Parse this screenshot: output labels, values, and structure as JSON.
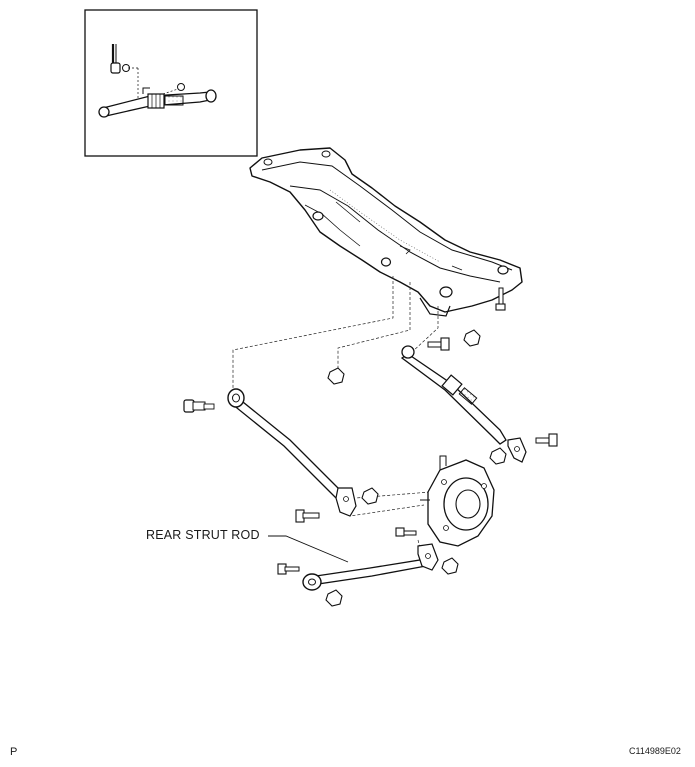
{
  "callouts": {
    "rear_strut_rod": "REAR STRUT ROD"
  },
  "footer": {
    "page_letter": "P",
    "figure_code": "C114989E02"
  }
}
